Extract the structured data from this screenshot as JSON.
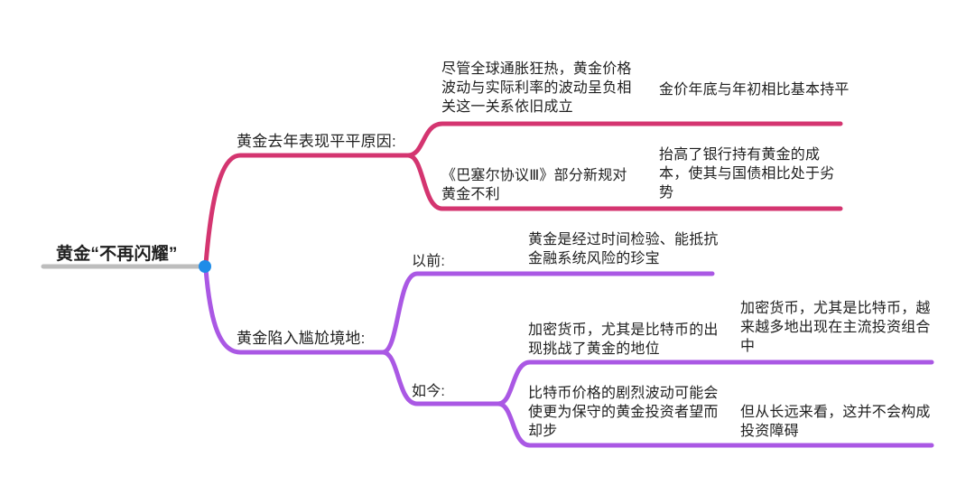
{
  "title": "黄金“不再闪耀”",
  "colors": {
    "branch_top_line": "#d43570",
    "branch_bottom_line": "#aa58e4",
    "root_line": "#bdbdbd",
    "root_dot": "#1f8ce8",
    "text": "#1f1f1f",
    "background": "#ffffff"
  },
  "branches": [
    {
      "label": "黄金去年表现平平原因:",
      "children": [
        {
          "text": "尽管全球通胀狂热，黄金价格波动与实际利率的波动呈负相关这一关系依旧成立",
          "children": [
            {
              "text": "金价年底与年初相比基本持平"
            }
          ]
        },
        {
          "text": "《巴塞尔协议Ⅲ》部分新规对黄金不利",
          "children": [
            {
              "text": "抬高了银行持有黄金的成本，使其与国债相比处于劣势"
            }
          ]
        }
      ]
    },
    {
      "label": "黄金陷入尴尬境地:",
      "children": [
        {
          "label": "以前:",
          "children": [
            {
              "text": "黄金是经过时间检验、能抵抗金融系统风险的珍宝"
            }
          ]
        },
        {
          "label": "如今:",
          "children": [
            {
              "text": "加密货币，尤其是比特币的出现挑战了黄金的地位",
              "children": [
                {
                  "text": "加密货币，尤其是比特币，越来越多地出现在主流投资组合中"
                }
              ]
            },
            {
              "text": "比特币价格的剧烈波动可能会使更为保守的黄金投资者望而却步",
              "children": [
                {
                  "text": "但从长远来看，这并不会构成投资障碍"
                }
              ]
            }
          ]
        }
      ]
    }
  ]
}
